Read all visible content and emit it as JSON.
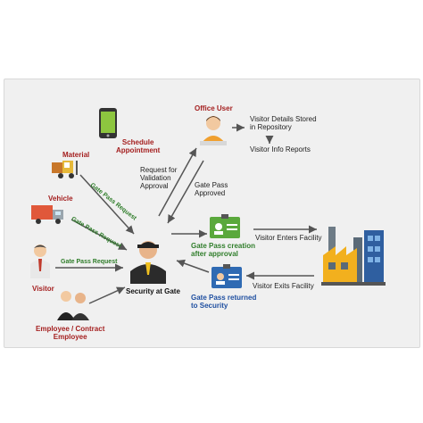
{
  "nodes": {
    "office_user": "Office User",
    "schedule": "Schedule\nAppointment",
    "material": "Material",
    "vehicle": "Vehicle",
    "visitor": "Visitor",
    "employee": "Employee / Contract\nEmployee",
    "security": "Security at Gate",
    "gate_pass_creation": "Gate Pass creation\nafter approval",
    "gate_pass_returned": "Gate Pass returned\nto Security",
    "visitor_details": "Visitor Details Stored\nin Repository",
    "visitor_reports": "Visitor Info Reports",
    "visitor_enters": "Visitor Enters Facility",
    "visitor_exits": "Visitor Exits Facility"
  },
  "edges": {
    "request_validation": "Request for\nValidation\nApproval",
    "gate_pass_approved": "Gate Pass\nApproved",
    "gate_pass_request_material": "Gate Pass Request",
    "gate_pass_request_vehicle": "Gate Pass Request",
    "gate_pass_request_visitor": "Gate Pass Request"
  },
  "colors": {
    "arrow": "#555555",
    "red_label": "#a41f1f",
    "green_label": "#2f7d2a",
    "blue_label": "#1f4fa0"
  }
}
